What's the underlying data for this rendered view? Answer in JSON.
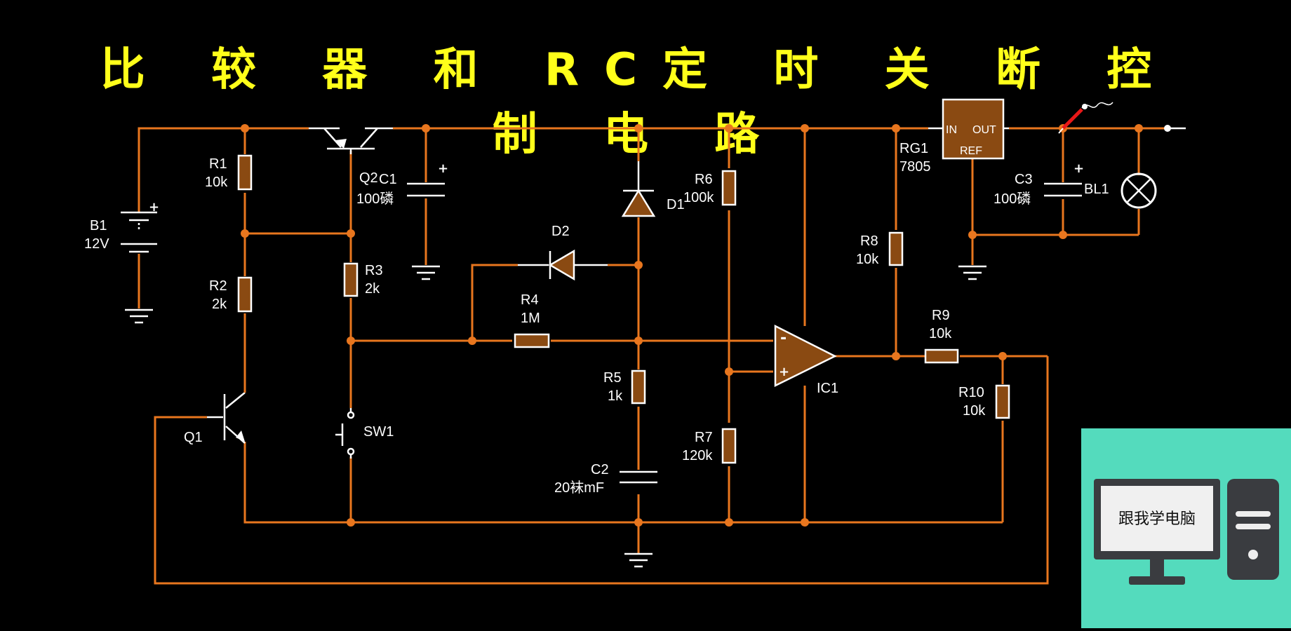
{
  "title": "比 较 器 和 RC定 时 关 断 控 制 电 路",
  "components": {
    "b1": {
      "name": "B1",
      "value": "12V"
    },
    "r1": {
      "name": "R1",
      "value": "10k"
    },
    "r2": {
      "name": "R2",
      "value": "2k"
    },
    "r3": {
      "name": "R3",
      "value": "2k"
    },
    "r4": {
      "name": "R4",
      "value": "1M"
    },
    "r5": {
      "name": "R5",
      "value": "1k"
    },
    "r6": {
      "name": "R6",
      "value": "100k"
    },
    "r7": {
      "name": "R7",
      "value": "120k"
    },
    "r8": {
      "name": "R8",
      "value": "10k"
    },
    "r9": {
      "name": "R9",
      "value": "10k"
    },
    "r10": {
      "name": "R10",
      "value": "10k"
    },
    "c1": {
      "name": "C1",
      "value": "100磷"
    },
    "c2": {
      "name": "C2",
      "value": "20袜mF"
    },
    "c3": {
      "name": "C3",
      "value": "100磷"
    },
    "q1": {
      "name": "Q1"
    },
    "q2": {
      "name": "Q2"
    },
    "d1": {
      "name": "D1"
    },
    "d2": {
      "name": "D2"
    },
    "sw1": {
      "name": "SW1"
    },
    "ic1": {
      "name": "IC1"
    },
    "bl1": {
      "name": "BL1"
    },
    "rg1": {
      "name": "RG1",
      "value": "7805",
      "pin_in": "IN",
      "pin_out": "OUT",
      "pin_ref": "REF"
    }
  },
  "logo": {
    "text": "跟我学电脑"
  },
  "colors": {
    "wire": "#e8761e",
    "title": "#ffff1a",
    "component_fill": "#8a4a12",
    "logo_bg": "#54dbbd",
    "background": "#000000"
  }
}
